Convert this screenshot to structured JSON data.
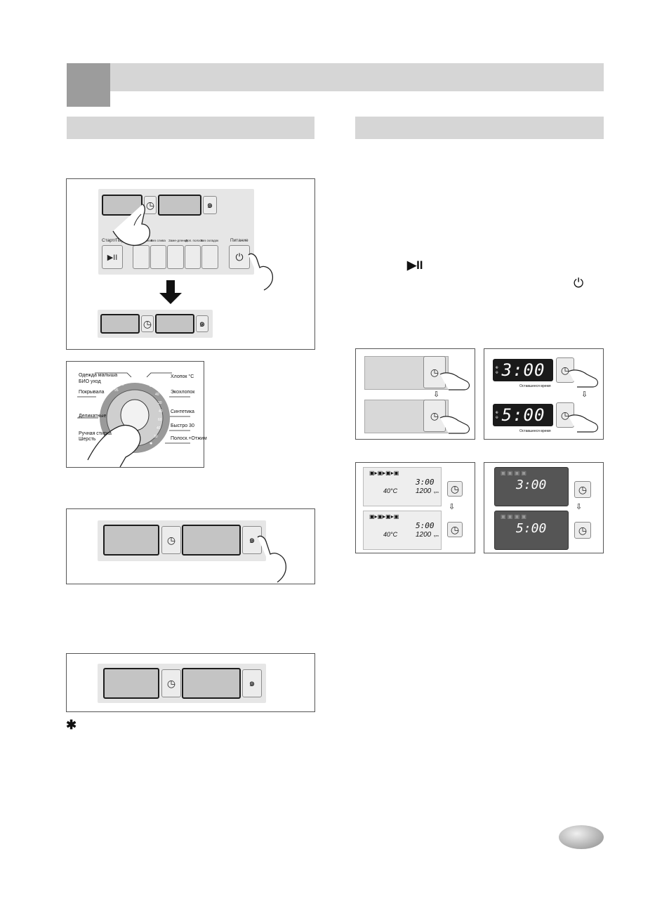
{
  "left_figure1": {
    "start_label": "Старт/Пауза",
    "power_label": "Питание",
    "start_icon": "play-pause-icon",
    "power_icon": "power-icon",
    "clock_icon": "clock-icon",
    "spiral_icon": "spiral-icon",
    "option_labels": [
      "Интенсивная",
      "Без слива",
      "Заме-дление",
      "Доп. полоск.",
      "Без складок"
    ]
  },
  "dial": {
    "labels_left": [
      "Одежда малыша",
      "БИО уход",
      "Покрывала",
      "Деликатные",
      "Ручная стирка",
      "Шерсть"
    ],
    "labels_right": [
      "Хлопок °C",
      "Экохлопок",
      "Синтетика",
      "Быстро 30",
      "Полоск.+Отжим"
    ],
    "temps": [
      "95",
      "60",
      "40",
      "30",
      "20",
      "60",
      "40",
      "30",
      "40",
      "60",
      "40",
      "30",
      "✱"
    ]
  },
  "right_figs": {
    "led_top": "3:00",
    "led_bottom": "5:00",
    "remaining_label": "Оставшееся время",
    "lcd_top_time": "3:00",
    "lcd_bottom_time": "5:00",
    "lcd_temp": "40°C",
    "lcd_rpm": "1200",
    "lcd_rpm_unit": "rpm"
  },
  "inline_icons": {
    "play": "▶II",
    "power": "⏻"
  },
  "footnote_mark": "✱"
}
